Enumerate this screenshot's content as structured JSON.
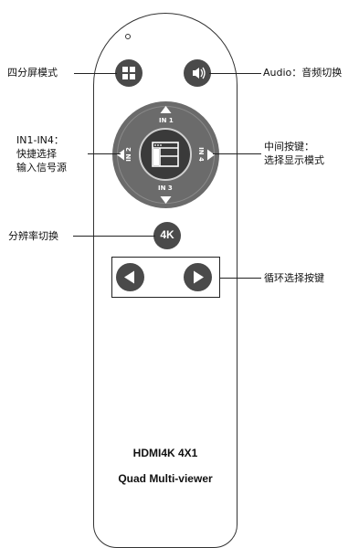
{
  "callouts": {
    "quad_mode": "四分屏模式",
    "audio": "Audio：音频切换",
    "input_select": [
      "IN1-IN4：",
      "快捷选择",
      "输入信号源"
    ],
    "center_key": [
      "中间按键：",
      "选择显示模式"
    ],
    "resolution": "分辨率切换",
    "cycle": "循环选择按键"
  },
  "dpad_labels": {
    "up": "IN 1",
    "down": "IN 3",
    "left": "IN 2",
    "right": "IN 4"
  },
  "resolution_button": "4K",
  "device": {
    "model": "HDMI4K 4X1",
    "name": "Quad Multi-viewer"
  },
  "colors": {
    "button": "#4a4a4a",
    "dpad": "#6b6b6b",
    "outline": "#333333"
  }
}
